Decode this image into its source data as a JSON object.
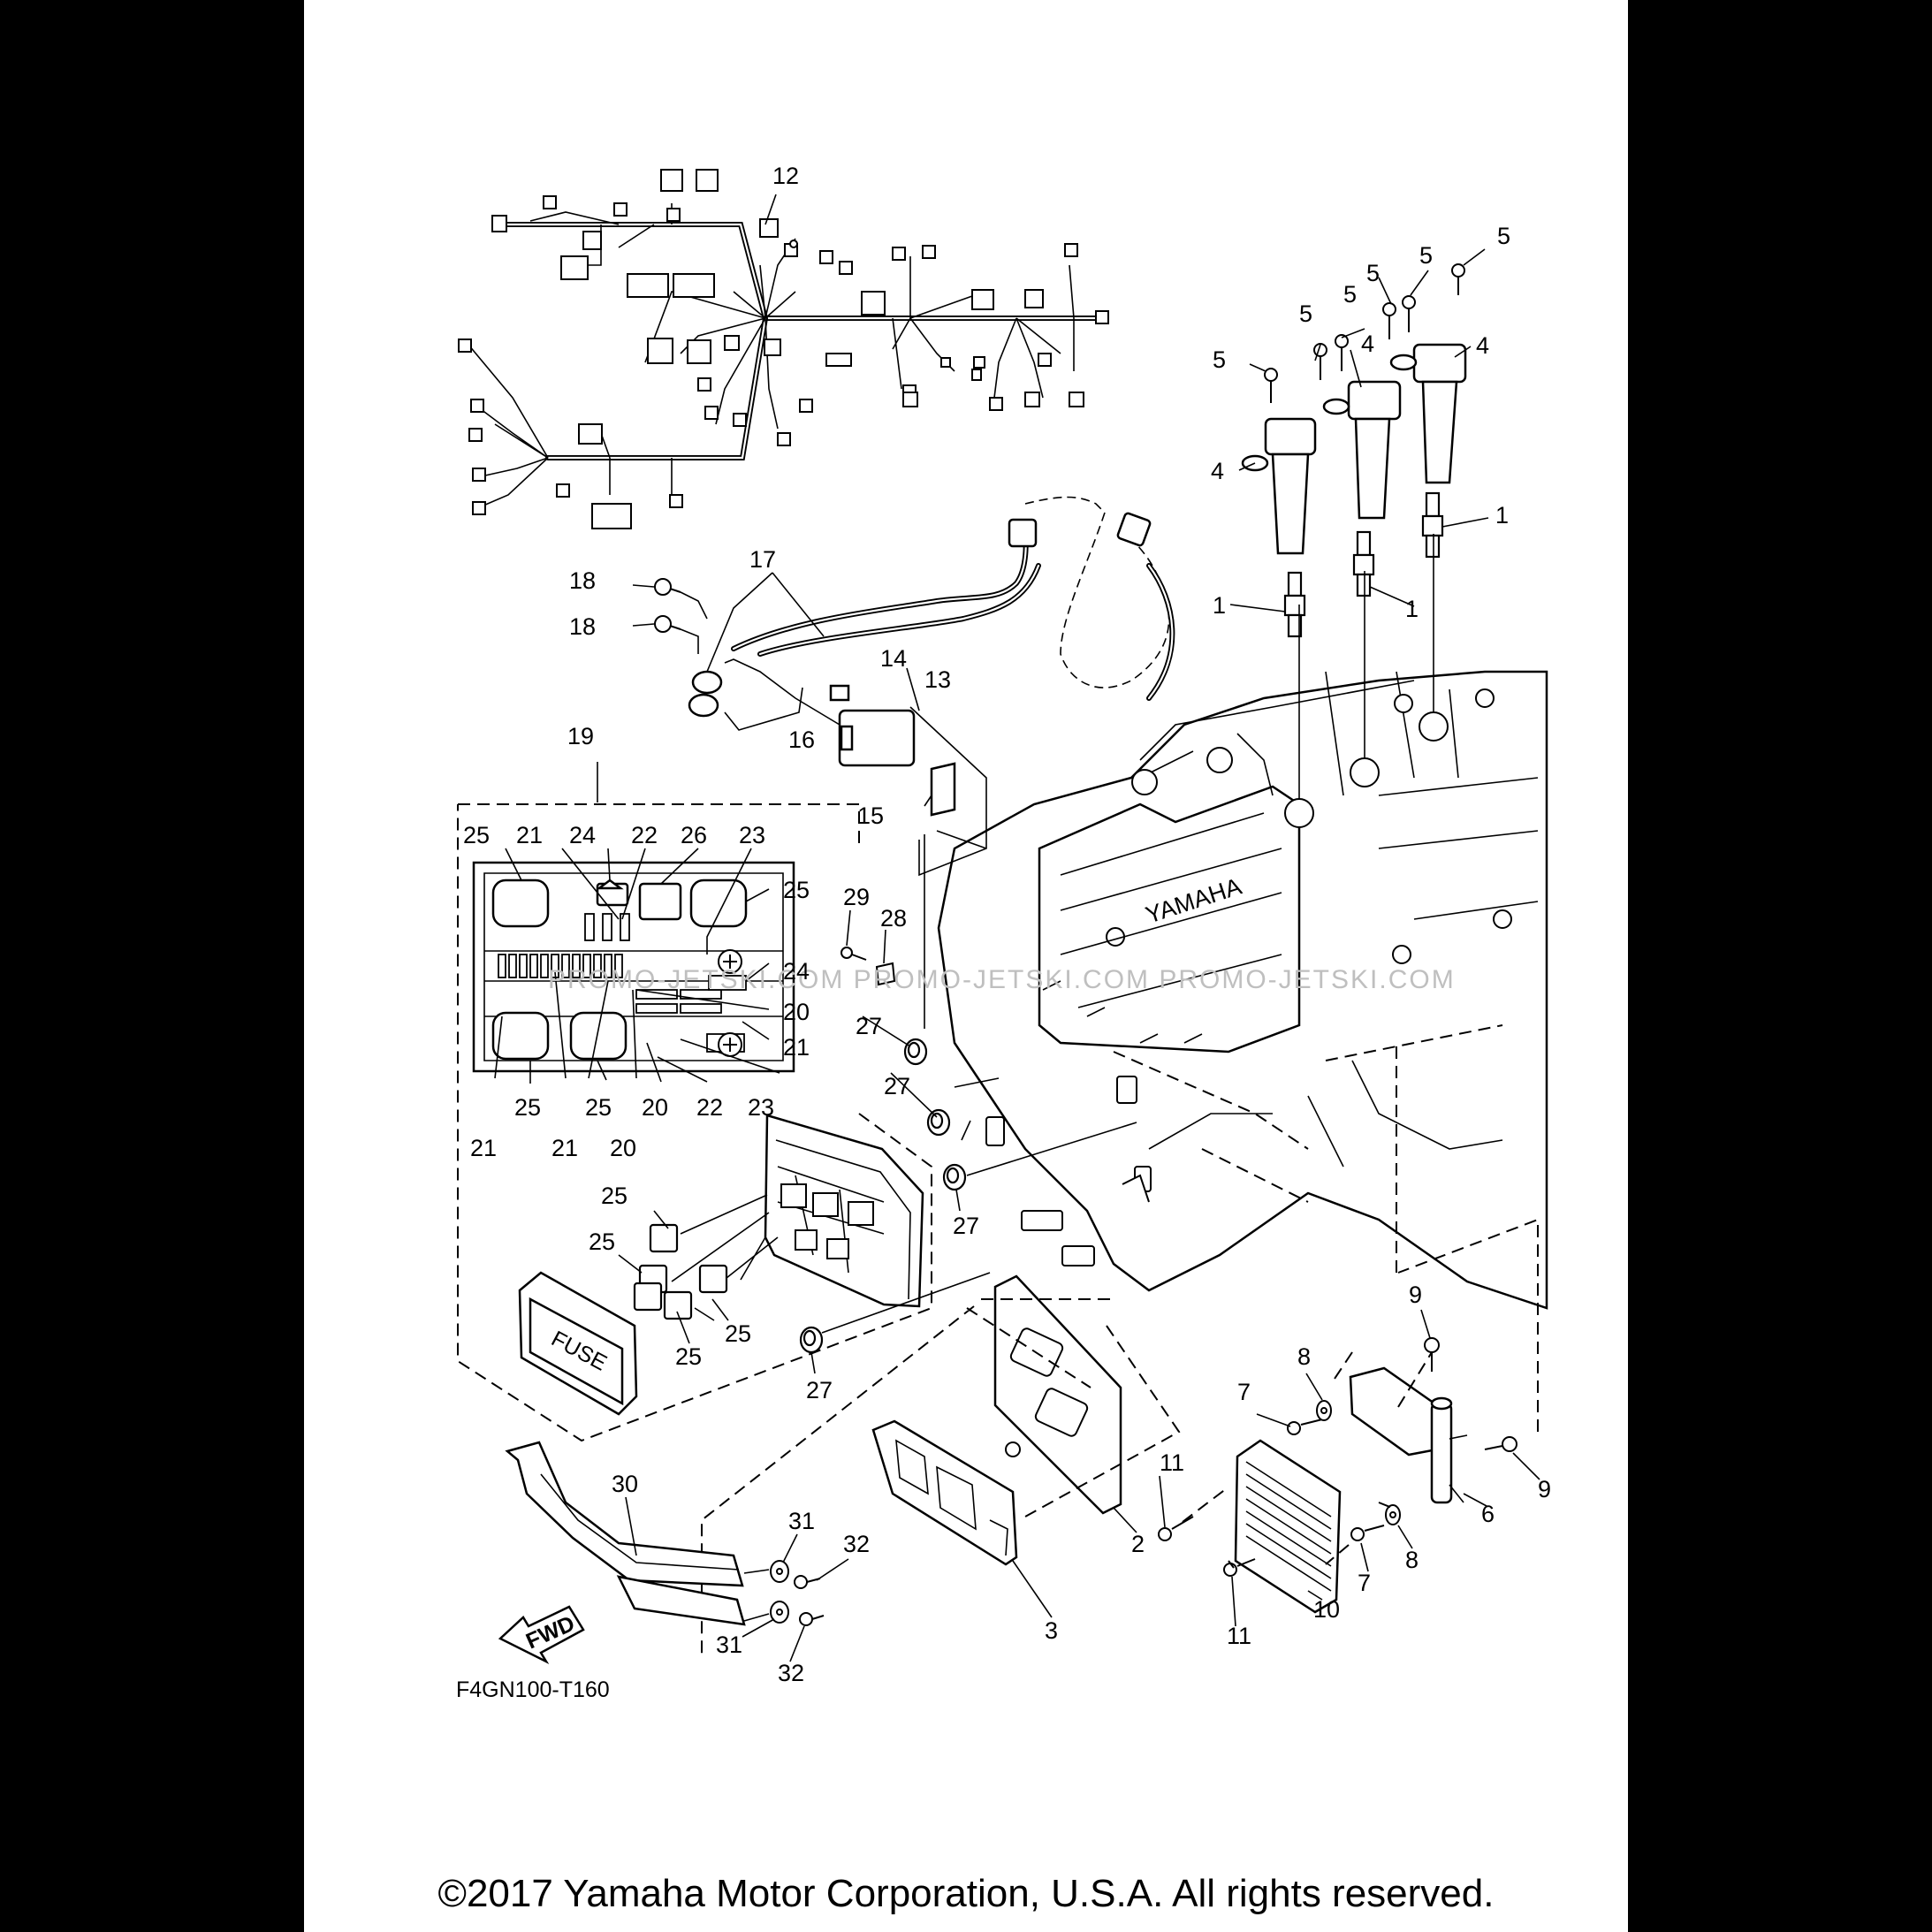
{
  "diagram": {
    "code": "F4GN100-T160",
    "fwd_label": "FWD",
    "fuse_label": "FUSE",
    "engine_brand": "YAMAHA",
    "watermark": "PROMO-JETSKI.COM   PROMO-JETSKI.COM   PROMO-JETSKI.COM",
    "callouts": [
      {
        "id": "c12a",
        "text": "12"
      },
      {
        "id": "c5a",
        "text": "5"
      },
      {
        "id": "c5b",
        "text": "5"
      },
      {
        "id": "c5c",
        "text": "5"
      },
      {
        "id": "c5d",
        "text": "5"
      },
      {
        "id": "c5e",
        "text": "5"
      },
      {
        "id": "c5f",
        "text": "5"
      },
      {
        "id": "c4a",
        "text": "4"
      },
      {
        "id": "c4b",
        "text": "4"
      },
      {
        "id": "c4c",
        "text": "4"
      },
      {
        "id": "c1a",
        "text": "1"
      },
      {
        "id": "c1b",
        "text": "1"
      },
      {
        "id": "c1c",
        "text": "1"
      },
      {
        "id": "c18a",
        "text": "18"
      },
      {
        "id": "c18b",
        "text": "18"
      },
      {
        "id": "c17",
        "text": "17"
      },
      {
        "id": "c14",
        "text": "14"
      },
      {
        "id": "c13",
        "text": "13"
      },
      {
        "id": "c16",
        "text": "16"
      },
      {
        "id": "c15",
        "text": "15"
      },
      {
        "id": "c19",
        "text": "19"
      },
      {
        "id": "c25a",
        "text": "25"
      },
      {
        "id": "c21a",
        "text": "21"
      },
      {
        "id": "c24a",
        "text": "24"
      },
      {
        "id": "c22a",
        "text": "22"
      },
      {
        "id": "c26",
        "text": "26"
      },
      {
        "id": "c23a",
        "text": "23"
      },
      {
        "id": "c25b",
        "text": "25"
      },
      {
        "id": "c24b",
        "text": "24"
      },
      {
        "id": "c20a",
        "text": "20"
      },
      {
        "id": "c21b",
        "text": "21"
      },
      {
        "id": "c25c",
        "text": "25"
      },
      {
        "id": "c25d",
        "text": "25"
      },
      {
        "id": "c20b",
        "text": "20"
      },
      {
        "id": "c22b",
        "text": "22"
      },
      {
        "id": "c23b",
        "text": "23"
      },
      {
        "id": "c21c",
        "text": "21"
      },
      {
        "id": "c21d",
        "text": "21"
      },
      {
        "id": "c20c",
        "text": "20"
      },
      {
        "id": "c29",
        "text": "29"
      },
      {
        "id": "c28",
        "text": "28"
      },
      {
        "id": "c27a",
        "text": "27"
      },
      {
        "id": "c27b",
        "text": "27"
      },
      {
        "id": "c27c",
        "text": "27"
      },
      {
        "id": "c27d",
        "text": "27"
      },
      {
        "id": "c25e",
        "text": "25"
      },
      {
        "id": "c25f",
        "text": "25"
      },
      {
        "id": "c25g",
        "text": "25"
      },
      {
        "id": "c25h",
        "text": "25"
      },
      {
        "id": "c9a",
        "text": "9"
      },
      {
        "id": "c8a",
        "text": "8"
      },
      {
        "id": "c7a",
        "text": "7"
      },
      {
        "id": "c9b",
        "text": "9"
      },
      {
        "id": "c6",
        "text": "6"
      },
      {
        "id": "c11a",
        "text": "11"
      },
      {
        "id": "c7b",
        "text": "7"
      },
      {
        "id": "c8b",
        "text": "8"
      },
      {
        "id": "c11b",
        "text": "11"
      },
      {
        "id": "c10",
        "text": "10"
      },
      {
        "id": "c30",
        "text": "30"
      },
      {
        "id": "c31a",
        "text": "31"
      },
      {
        "id": "c32a",
        "text": "32"
      },
      {
        "id": "c31b",
        "text": "31"
      },
      {
        "id": "c32b",
        "text": "32"
      },
      {
        "id": "c2",
        "text": "2"
      },
      {
        "id": "c3",
        "text": "3"
      }
    ]
  },
  "footer": {
    "copyright": "©2017 Yamaha Motor Corporation, U.S.A. All rights reserved."
  }
}
